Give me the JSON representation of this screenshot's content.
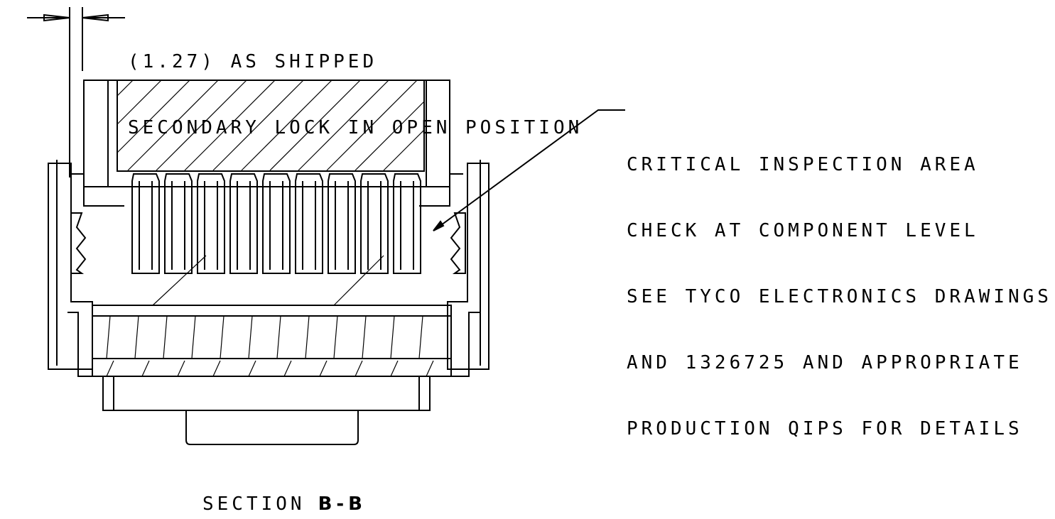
{
  "dimension_note": {
    "line1": "(1.27) AS SHIPPED",
    "line2": "SECONDARY LOCK IN OPEN POSITION"
  },
  "inspection_note": {
    "lines": [
      "CRITICAL INSPECTION AREA",
      "CHECK AT COMPONENT LEVEL",
      "SEE TYCO ELECTRONICS DRAWINGS",
      "AND 1326725 AND APPROPRIATE",
      "PRODUCTION QIPS FOR DETAILS"
    ]
  },
  "section_label": {
    "word": "SECTION",
    "id": "B-B"
  },
  "colors": {
    "line": "#000000",
    "background": "#ffffff"
  }
}
